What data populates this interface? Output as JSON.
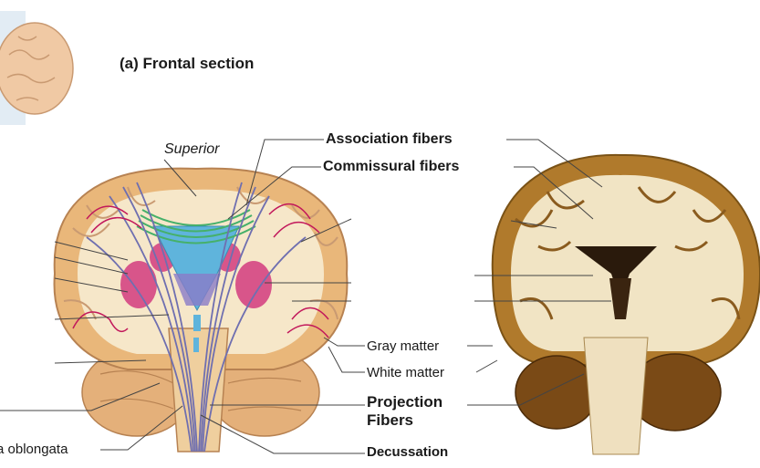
{
  "title": "(a) Frontal section",
  "labels": {
    "superior": "Superior",
    "association": "Association fibers",
    "commissural": "Commissural fibers",
    "gray_matter": "Gray matter",
    "white_matter": "White matter",
    "projection_line1": "Projection",
    "projection_line2": "Fibers",
    "medulla": "a oblongata",
    "decussation": "Decussation"
  },
  "colors": {
    "cortex": "#e9b77a",
    "white_matter": "#f6e7c9",
    "ventricle": "#5fb4dc",
    "basal_nuclei": "#d8558a",
    "commissural": "#46b06a",
    "projection": "#6f6fb0",
    "association": "#c2185b"
  }
}
